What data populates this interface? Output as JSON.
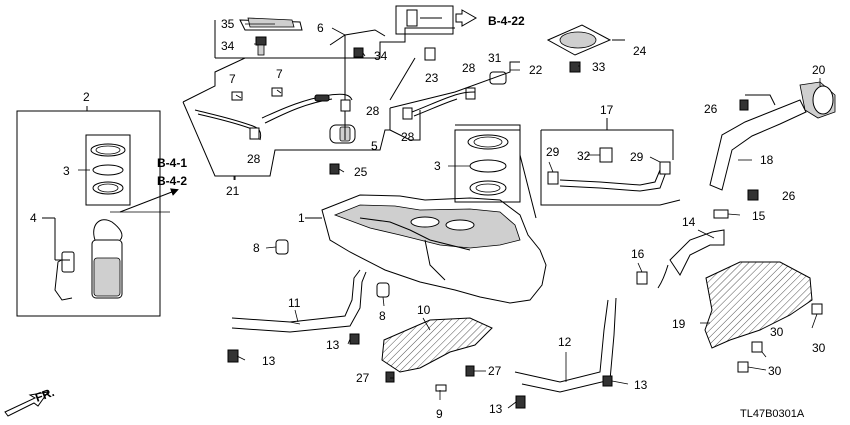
{
  "diagram": {
    "code": "TL47B0301A",
    "front_indicator": "FR.",
    "references": [
      "B-4-22",
      "B-4-1",
      "B-4-2"
    ],
    "labels": {
      "n1": "1",
      "n2": "2",
      "n3a": "3",
      "n3b": "3",
      "n4": "4",
      "n5": "5",
      "n6": "6",
      "n7a": "7",
      "n7b": "7",
      "n8a": "8",
      "n8b": "8",
      "n9": "9",
      "n10": "10",
      "n11": "11",
      "n12": "12",
      "n13a": "13",
      "n13b": "13",
      "n13c": "13",
      "n13d": "13",
      "n14": "14",
      "n15": "15",
      "n16": "16",
      "n17": "17",
      "n18": "18",
      "n19": "19",
      "n20": "20",
      "n21": "21",
      "n22": "22",
      "n23": "23",
      "n24": "24",
      "n25": "25",
      "n26a": "26",
      "n26b": "26",
      "n27a": "27",
      "n27b": "27",
      "n28a": "28",
      "n28b": "28",
      "n28c": "28",
      "n28d": "28",
      "n29a": "29",
      "n29b": "29",
      "n30a": "30",
      "n30b": "30",
      "n30c": "30",
      "n31": "31",
      "n32": "32",
      "n33": "33",
      "n34a": "34",
      "n34b": "34",
      "n35": "35"
    }
  }
}
